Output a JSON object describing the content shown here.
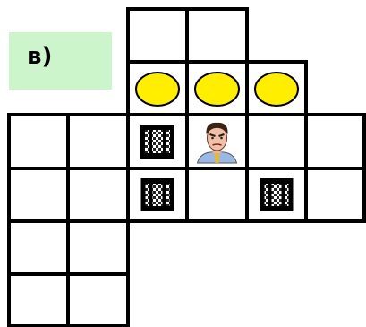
{
  "label": "в)",
  "colors": {
    "label_bg": "#ccf5cc",
    "grid_line": "#000000",
    "cell_fill": "#ffffff",
    "coin_fill": "#ffee00",
    "coin_stroke": "#000000"
  },
  "board": {
    "columns": 6,
    "rows": 6,
    "cells": [
      {
        "col": 2,
        "row": 0,
        "content": "empty"
      },
      {
        "col": 3,
        "row": 0,
        "content": "empty"
      },
      {
        "col": 2,
        "row": 1,
        "content": "coin"
      },
      {
        "col": 3,
        "row": 1,
        "content": "coin"
      },
      {
        "col": 4,
        "row": 1,
        "content": "coin"
      },
      {
        "col": 0,
        "row": 2,
        "content": "empty"
      },
      {
        "col": 1,
        "row": 2,
        "content": "empty"
      },
      {
        "col": 2,
        "row": 2,
        "content": "checkered-block"
      },
      {
        "col": 3,
        "row": 2,
        "content": "man-portrait"
      },
      {
        "col": 4,
        "row": 2,
        "content": "empty"
      },
      {
        "col": 5,
        "row": 2,
        "content": "empty"
      },
      {
        "col": 0,
        "row": 3,
        "content": "empty"
      },
      {
        "col": 1,
        "row": 3,
        "content": "empty"
      },
      {
        "col": 2,
        "row": 3,
        "content": "checkered-block"
      },
      {
        "col": 3,
        "row": 3,
        "content": "empty"
      },
      {
        "col": 4,
        "row": 3,
        "content": "checkered-block"
      },
      {
        "col": 5,
        "row": 3,
        "content": "empty"
      },
      {
        "col": 0,
        "row": 4,
        "content": "empty"
      },
      {
        "col": 1,
        "row": 4,
        "content": "empty"
      },
      {
        "col": 0,
        "row": 5,
        "content": "empty"
      },
      {
        "col": 1,
        "row": 5,
        "content": "empty"
      }
    ]
  }
}
